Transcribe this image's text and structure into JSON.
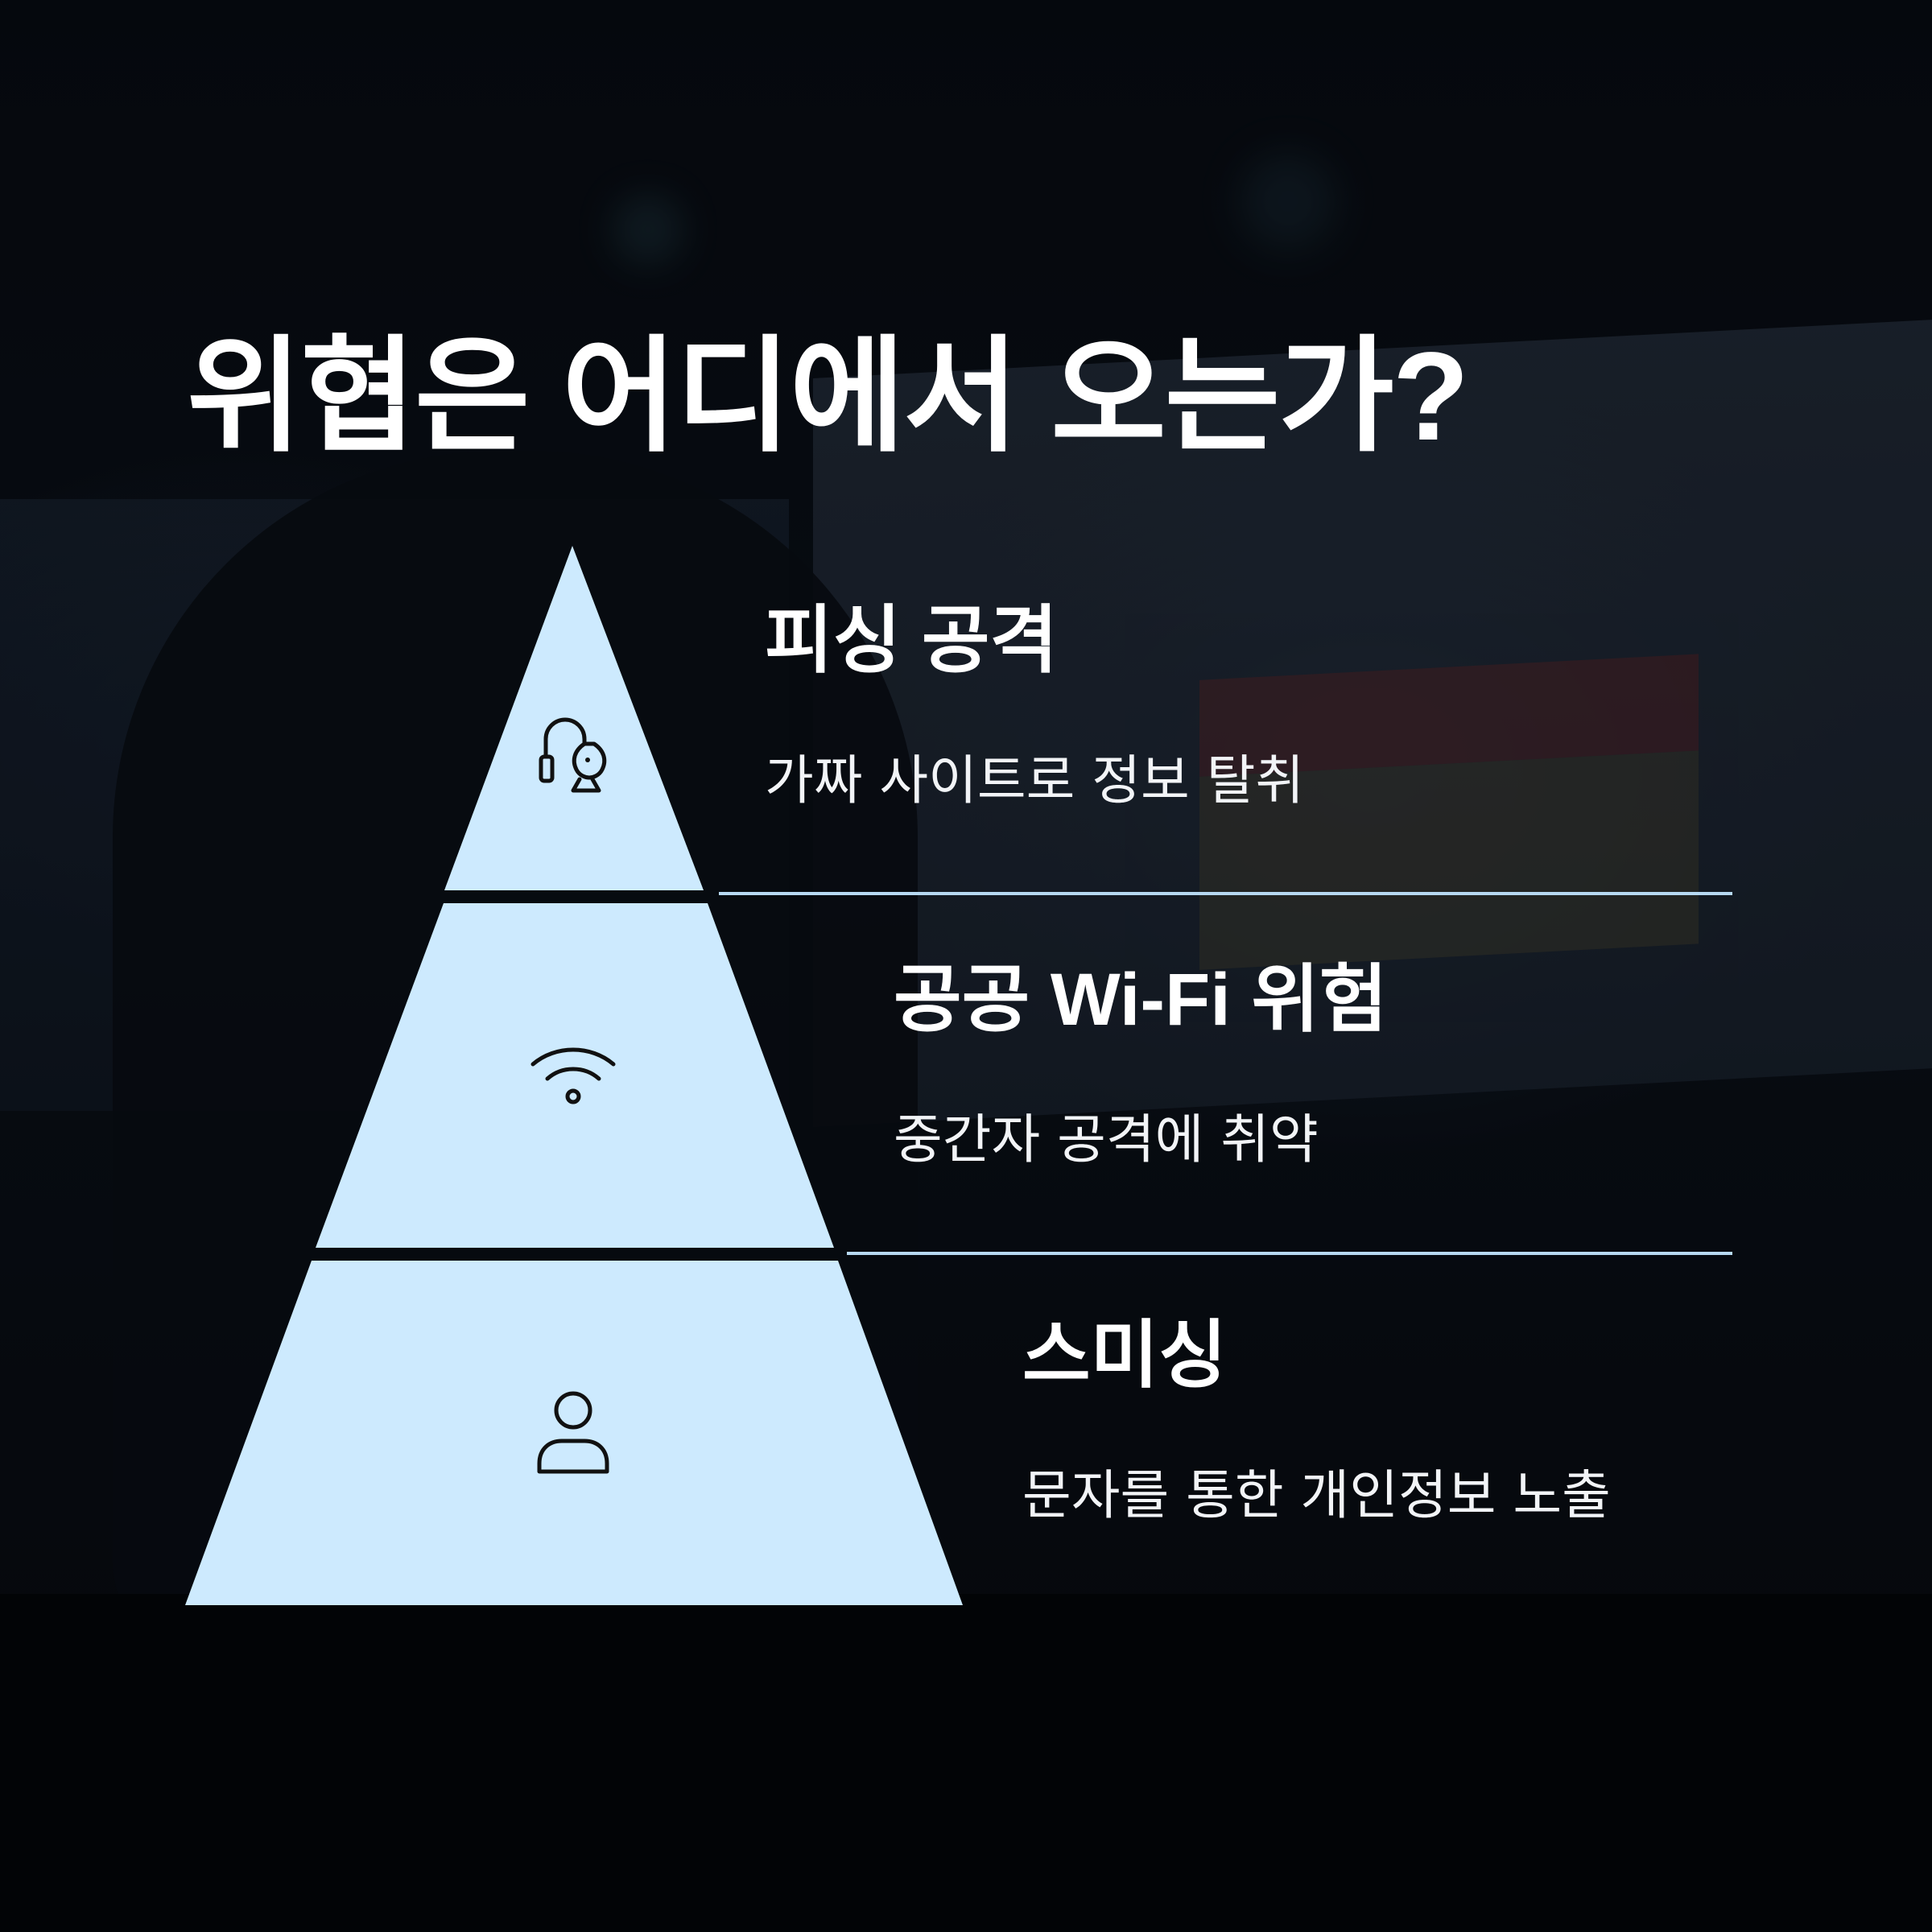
{
  "title": "위협은 어디에서 오는가?",
  "colors": {
    "tier_fill": "#cdeafe",
    "divider": "#b7d9f2",
    "icon_stroke": "#111111",
    "text": "#ffffff"
  },
  "tiers": [
    {
      "title": "피싱 공격",
      "description": "가짜 사이트로 정보 탈취",
      "icon": "fishing-hook-icon"
    },
    {
      "title": "공공 Wi-Fi 위험",
      "description": "중간자 공격에 취약",
      "icon": "wifi-icon"
    },
    {
      "title": "스미싱",
      "description": "문자를 통한 개인정보 노출",
      "icon": "user-icon"
    }
  ]
}
